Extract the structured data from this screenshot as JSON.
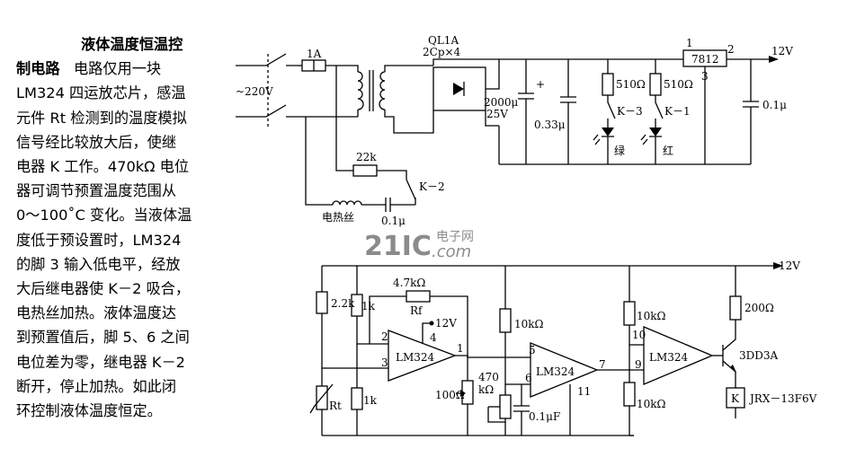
{
  "article": {
    "title_a": "液体温度恒温控",
    "title_b": "制电路",
    "lines": [
      "电路仅用一块",
      "LM324 四运放芯片，感温",
      "元件 Rt 检测到的温度模拟",
      "信号经比较放大后，使继",
      "电器 K 工作。470kΩ 电位",
      "器可调节预置温度范围从",
      "0～100˚C 变化。当液体温",
      "度低于预设置时，LM324",
      "的脚 3 输入低电平，经放",
      "大后继电器使 K－2 吸合，",
      "电热丝加热。液体温度达",
      "到预置值后，脚 5、6 之间",
      "电位差为零，继电器 K－2",
      "断开，停止加热。如此闭",
      "环控制液体温度恒定。"
    ]
  },
  "schematic": {
    "power": {
      "ac_in": "~220V",
      "fuse": "1A",
      "bridge_name": "QL1A",
      "bridge_diodes": "2Cp×4",
      "cap1_value": "2000μ",
      "cap1_voltage": "25V",
      "cap1_plus": "+",
      "cap2": "0.33μ",
      "led_r1": "510Ω",
      "led_r2": "510Ω",
      "contact_k3": "K－3",
      "contact_k1": "K－1",
      "led_green": "绿",
      "led_red": "红",
      "regulator": "7812",
      "reg_pin1": "1",
      "reg_pin2": "2",
      "reg_pin3": "3",
      "out_v": "12V",
      "cap3": "0.1μ",
      "r22k": "22k",
      "contact_k2": "K－2",
      "heater": "电热丝",
      "cap_heater": "0.1μ"
    },
    "control": {
      "supply": "12V",
      "r1": "2.2k",
      "r2": "1k",
      "r3": "1k",
      "rt": "Rt",
      "rf_value": "4.7kΩ",
      "rf": "Rf",
      "pin_v": "12V",
      "op1": "LM324",
      "op1_pin2": "2",
      "op1_pin3": "3",
      "op1_pin4": "4",
      "op1_pin1": "1",
      "r_100": "100Ω",
      "pot_470": "470",
      "pot_470_unit": "kΩ",
      "r_10k_a": "10kΩ",
      "op2": "LM324",
      "op2_pin5": "5",
      "op2_pin6": "6",
      "op2_pin7": "7",
      "op2_pin11": "11",
      "cap_c": "0.1μF",
      "r_10k_b": "10kΩ",
      "r_10k_c": "10kΩ",
      "op3": "LM324",
      "op3_pin10": "10",
      "op3_pin9": "9",
      "r_200": "200Ω",
      "transistor": "3DD3A",
      "relay": "K",
      "relay_model": "JRX－13F6V"
    }
  },
  "watermark": {
    "main": "21IC",
    "cn": "电子网",
    "dotcom": ".com"
  }
}
